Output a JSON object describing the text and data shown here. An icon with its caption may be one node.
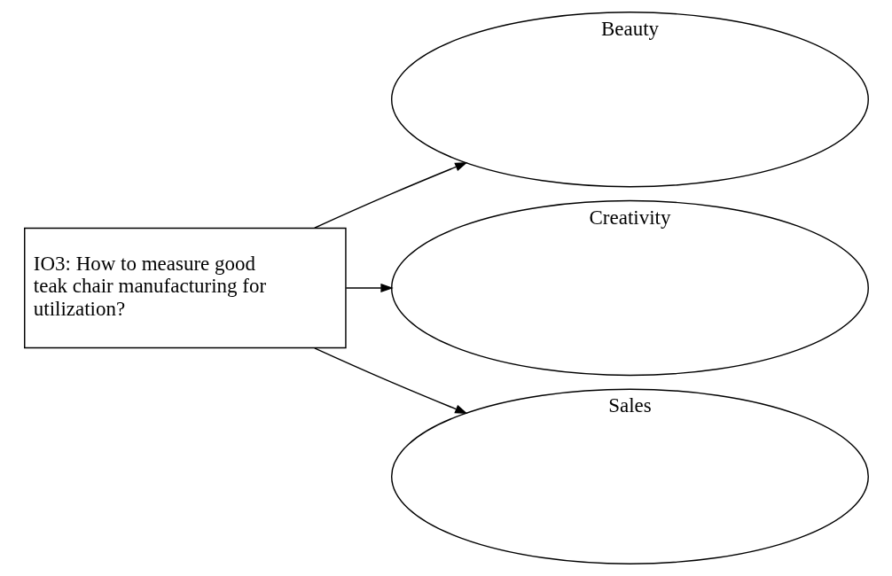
{
  "diagram": {
    "nodes": [
      {
        "text": [
          "IO3: How to measure good teak chair manufacturing for utilization?"
        ]
      },
      {
        "text": [
          "Beauty"
        ]
      },
      {
        "text": [
          "Creativity"
        ]
      },
      {
        "text": [
          "Sales"
        ]
      }
    ],
    "edges": [
      {
        "from": 0,
        "to": 1,
        "arrow": "to"
      },
      {
        "from": 0,
        "to": 2,
        "arrow": "to"
      },
      {
        "from": 0,
        "to": 3,
        "arrow": "to"
      }
    ]
  }
}
